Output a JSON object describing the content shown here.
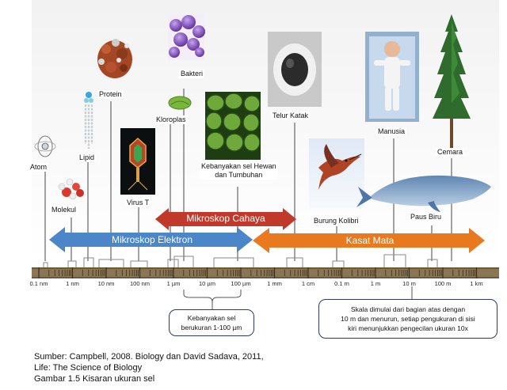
{
  "labels": {
    "atom": "Atom",
    "molekul": "Molekul",
    "lipid": "Lipid",
    "protein": "Protein",
    "virus": "Virus T",
    "kloroplas": "Kloroplas",
    "bakteri": "Bakteri",
    "sel_line1": "Kebanyakan sel Hewan",
    "sel_line2": "dan Tumbuhan",
    "telur": "Telur Katak",
    "kolibri": "Burung Kolibri",
    "manusia": "Manusia",
    "paus": "Paus Biru",
    "cemara": "Cemara"
  },
  "arrows": {
    "cahaya": "Mikroskop  Cahaya",
    "elektron": "Mikroskop Elektron",
    "kasat": "Kasat Mata"
  },
  "scale": {
    "ticks": [
      "0.1 nm",
      "1 nm",
      "10 nm",
      "100 nm",
      "1 µm",
      "10 µm",
      "100 µm",
      "1 mm",
      "1 cm",
      "0.1 m",
      "1 m",
      "10 m",
      "100 m",
      "1 km"
    ]
  },
  "notes": {
    "cells_line1": "Kebanyakan sel",
    "cells_line2": "berukuran 1-100 µm",
    "scale_line1": "Skala dimulai dari bagian atas dengan",
    "scale_line2": "10 m dan menurun, setiap pengukuran di sisi",
    "scale_line3": "kiri menunjukkan pengecilan ukuran 10x"
  },
  "source": {
    "line1": "Sumber: Campbell, 2008. Biology dan David Sadava, 2011,",
    "line2": "Life: The Science of Biology",
    "line3": "Gambar 1.5 Kisaran ukuran sel"
  },
  "colors": {
    "electron_arrow": "#4a86c8",
    "light_arrow": "#c0392b",
    "naked_eye_arrow": "#e8791f",
    "ruler": "#6b5a3a",
    "note_border": "#2c3b6b"
  }
}
